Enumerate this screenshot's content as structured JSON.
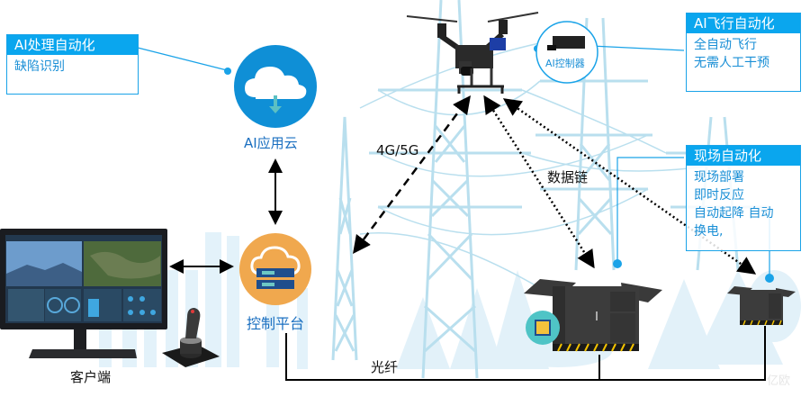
{
  "diagram": {
    "colors": {
      "accent": "#0aa6ee",
      "accent_text": "#1a8fd6",
      "tower_lines": "#b9dfee",
      "cloud_circle": "#0f8fd6",
      "platform_circle": "#f0a84e",
      "server_blue": "#1f4e8c",
      "server_slot": "#6cc7c4",
      "chip_circle": "#4fc4c6",
      "chip_core": "#f3c23c",
      "connector_black": "#000000"
    },
    "boxes": {
      "ai_processing": {
        "title": "AI处理自动化",
        "lines": [
          "缺陷识别"
        ]
      },
      "ai_flight": {
        "title": "AI飞行自动化",
        "lines": [
          "全自动飞行",
          "无需人工干预"
        ]
      },
      "onsite": {
        "title": "现场自动化",
        "lines": [
          "现场部署",
          "即时反应",
          "自动起降 自动",
          "换电,"
        ]
      }
    },
    "nodes": {
      "cloud": {
        "label": "AI应用云",
        "icon": "cloud-download-icon"
      },
      "platform": {
        "label": "控制平台",
        "icon": "cloud-server-icon"
      },
      "client": {
        "label": "客户端",
        "icon": "monitor-icon"
      },
      "joystick": {
        "icon": "joystick-icon"
      },
      "drone": {
        "icon": "drone-icon"
      },
      "ai_controller": {
        "label": "AI控制器",
        "icon": "ai-controller-icon"
      },
      "station_large": {
        "icon": "charging-station-icon"
      },
      "station_small": {
        "icon": "charging-station-icon"
      },
      "chip": {
        "icon": "chip-icon"
      }
    },
    "links": {
      "cellular": "4G/5G",
      "datalink": "数据链",
      "fiber": "光纤"
    },
    "watermark": "亿欧"
  }
}
